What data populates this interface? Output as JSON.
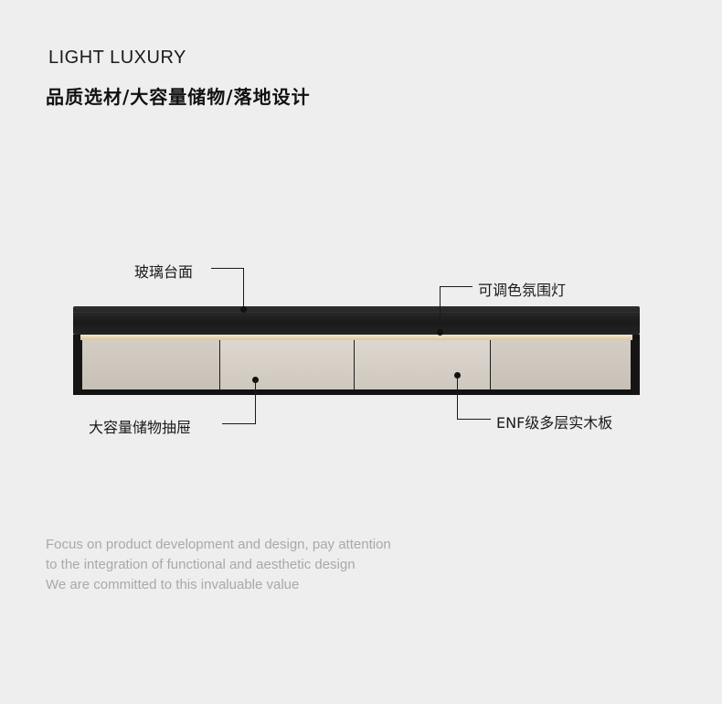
{
  "header": {
    "title_en": "LIGHT LUXURY",
    "title_cn": "品质选材/大容量储物/落地设计"
  },
  "callouts": {
    "glass_top": "玻璃台面",
    "ambient_light": "可调色氛围灯",
    "drawer": "大容量储物抽屉",
    "board": "ENF级多层实木板"
  },
  "footer": {
    "lines": [
      "Focus on product development and design, pay attention",
      "to the integration of functional and aesthetic design",
      "We are committed to this invaluable value"
    ]
  }
}
